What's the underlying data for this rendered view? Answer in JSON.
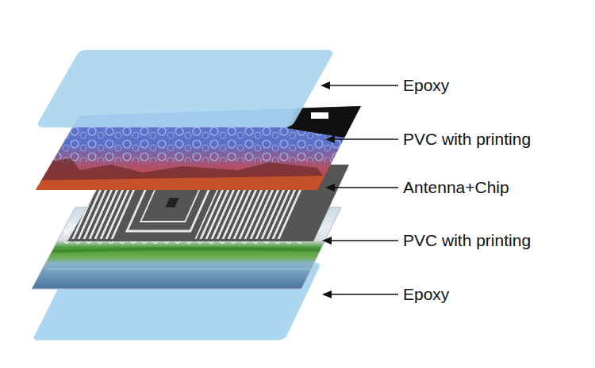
{
  "diagram": {
    "labels": [
      "Epoxy",
      "PVC with printing",
      "Antenna+Chip",
      "PVC with printing",
      "Epoxy"
    ]
  }
}
